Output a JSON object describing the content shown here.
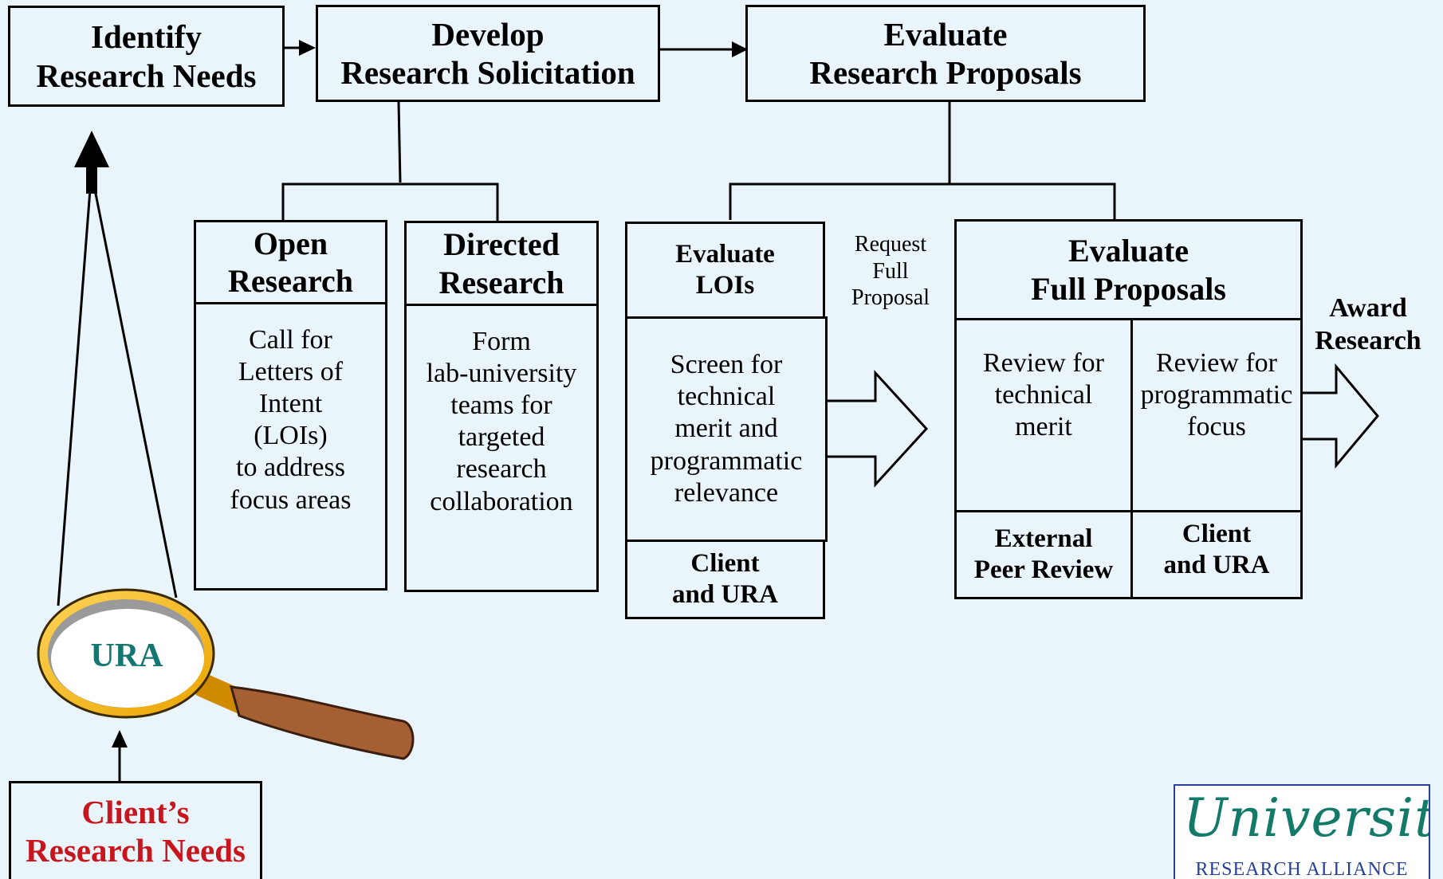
{
  "top_row": {
    "identify": "Identify\nResearch Needs",
    "develop": "Develop\nResearch Solicitation",
    "evaluate": "Evaluate\nResearch Proposals"
  },
  "solicitation": {
    "open": {
      "title": "Open\nResearch",
      "body": "Call for\nLetters of\nIntent\n(LOIs)\nto address\nfocus areas"
    },
    "directed": {
      "title": "Directed\nResearch",
      "body": "Form\nlab-university\nteams for\ntargeted\nresearch\ncollaboration"
    }
  },
  "evaluate_lois": {
    "title": "Evaluate\nLOIs",
    "body": "Screen for\ntechnical\nmerit and\nprogrammatic\nrelevance",
    "footer": "Client\nand URA"
  },
  "request_label": "Request\nFull\nProposal",
  "evaluate_full": {
    "title": "Evaluate\nFull Proposals",
    "left_body": "Review for\ntechnical\nmerit",
    "right_body": "Review for\nprogrammatic\nfocus",
    "left_footer": "External\nPeer Review",
    "right_footer": "Client\nand URA"
  },
  "award_label": "Award\nResearch",
  "magnifier_label": "URA",
  "client_needs": "Client’s\nResearch Needs",
  "logo": {
    "script": "University",
    "sub": "RESEARCH ALLIANCE"
  },
  "colors": {
    "background": "#eaf5fb",
    "client_text": "#c8161e",
    "ura_text": "#137670",
    "logo_blue": "#27419a"
  }
}
